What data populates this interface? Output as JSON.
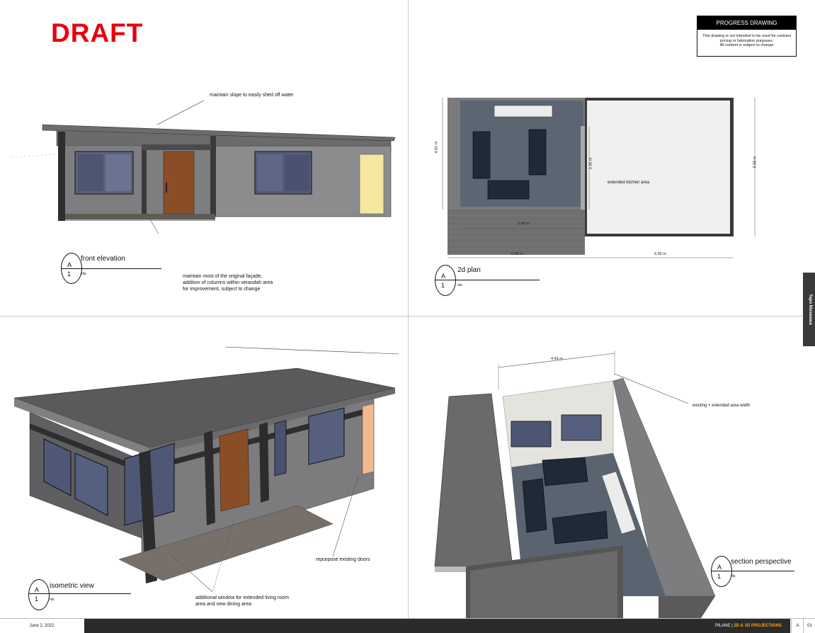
{
  "stamp": {
    "draft": "DRAFT"
  },
  "progress_box": {
    "title": "PROGRESS DRAWING",
    "line1": "This drawing is not intended to be used for contract",
    "line2": "pricing or fabrication purposes.",
    "line3": "All content is subject to change"
  },
  "side_tab": {
    "name": "Tepo Moswewa"
  },
  "views": {
    "front_elevation": {
      "title": "front elevation",
      "tag_letter": "A",
      "tag_number": "1",
      "scale": "nts",
      "note_slope": "maintain slope to easily shed off water",
      "note_facade_1": "maintain most of the original façade,",
      "note_facade_2": "addition of columns within verandah area",
      "note_facade_3": "for improvement, subject to change"
    },
    "plan_2d": {
      "title": "2d plan",
      "tag_letter": "A",
      "tag_number": "1",
      "scale": "nts",
      "label_kitchen": "extended kitchen area",
      "dim_left_height": "4.82 m",
      "dim_inner_height": "3.36 m",
      "dim_right_height": "5.88 m",
      "dim_inner_width": "5.86 m",
      "dim_bottom_left": "6.45 m",
      "dim_bottom_right": "6.95 m"
    },
    "isometric": {
      "title": "isometric view",
      "tag_letter": "A",
      "tag_number": "1",
      "scale": "nts",
      "note_doors": "repurpose existing doors",
      "note_window_1": "additional window for extended living room",
      "note_window_2": "area and new dining area"
    },
    "section_perspective": {
      "title": "section perspective",
      "tag_letter": "A",
      "tag_number": "1",
      "scale": "nts",
      "dim_width": "4.43 m",
      "note_width": "existing + extended area width"
    }
  },
  "footer": {
    "date": "June 2, 2022",
    "client": "PILANE",
    "sheet_title": "2D & 3D PROJECTIONS",
    "sheet_letter": "A",
    "sheet_number": "01"
  },
  "colors": {
    "draft_red": "#e8000b",
    "footer_bar": "#2b2b2b",
    "footer_accent": "#f3a21b",
    "wall_grey": "#8a8a8c",
    "floor_blue": "#5c6673"
  }
}
